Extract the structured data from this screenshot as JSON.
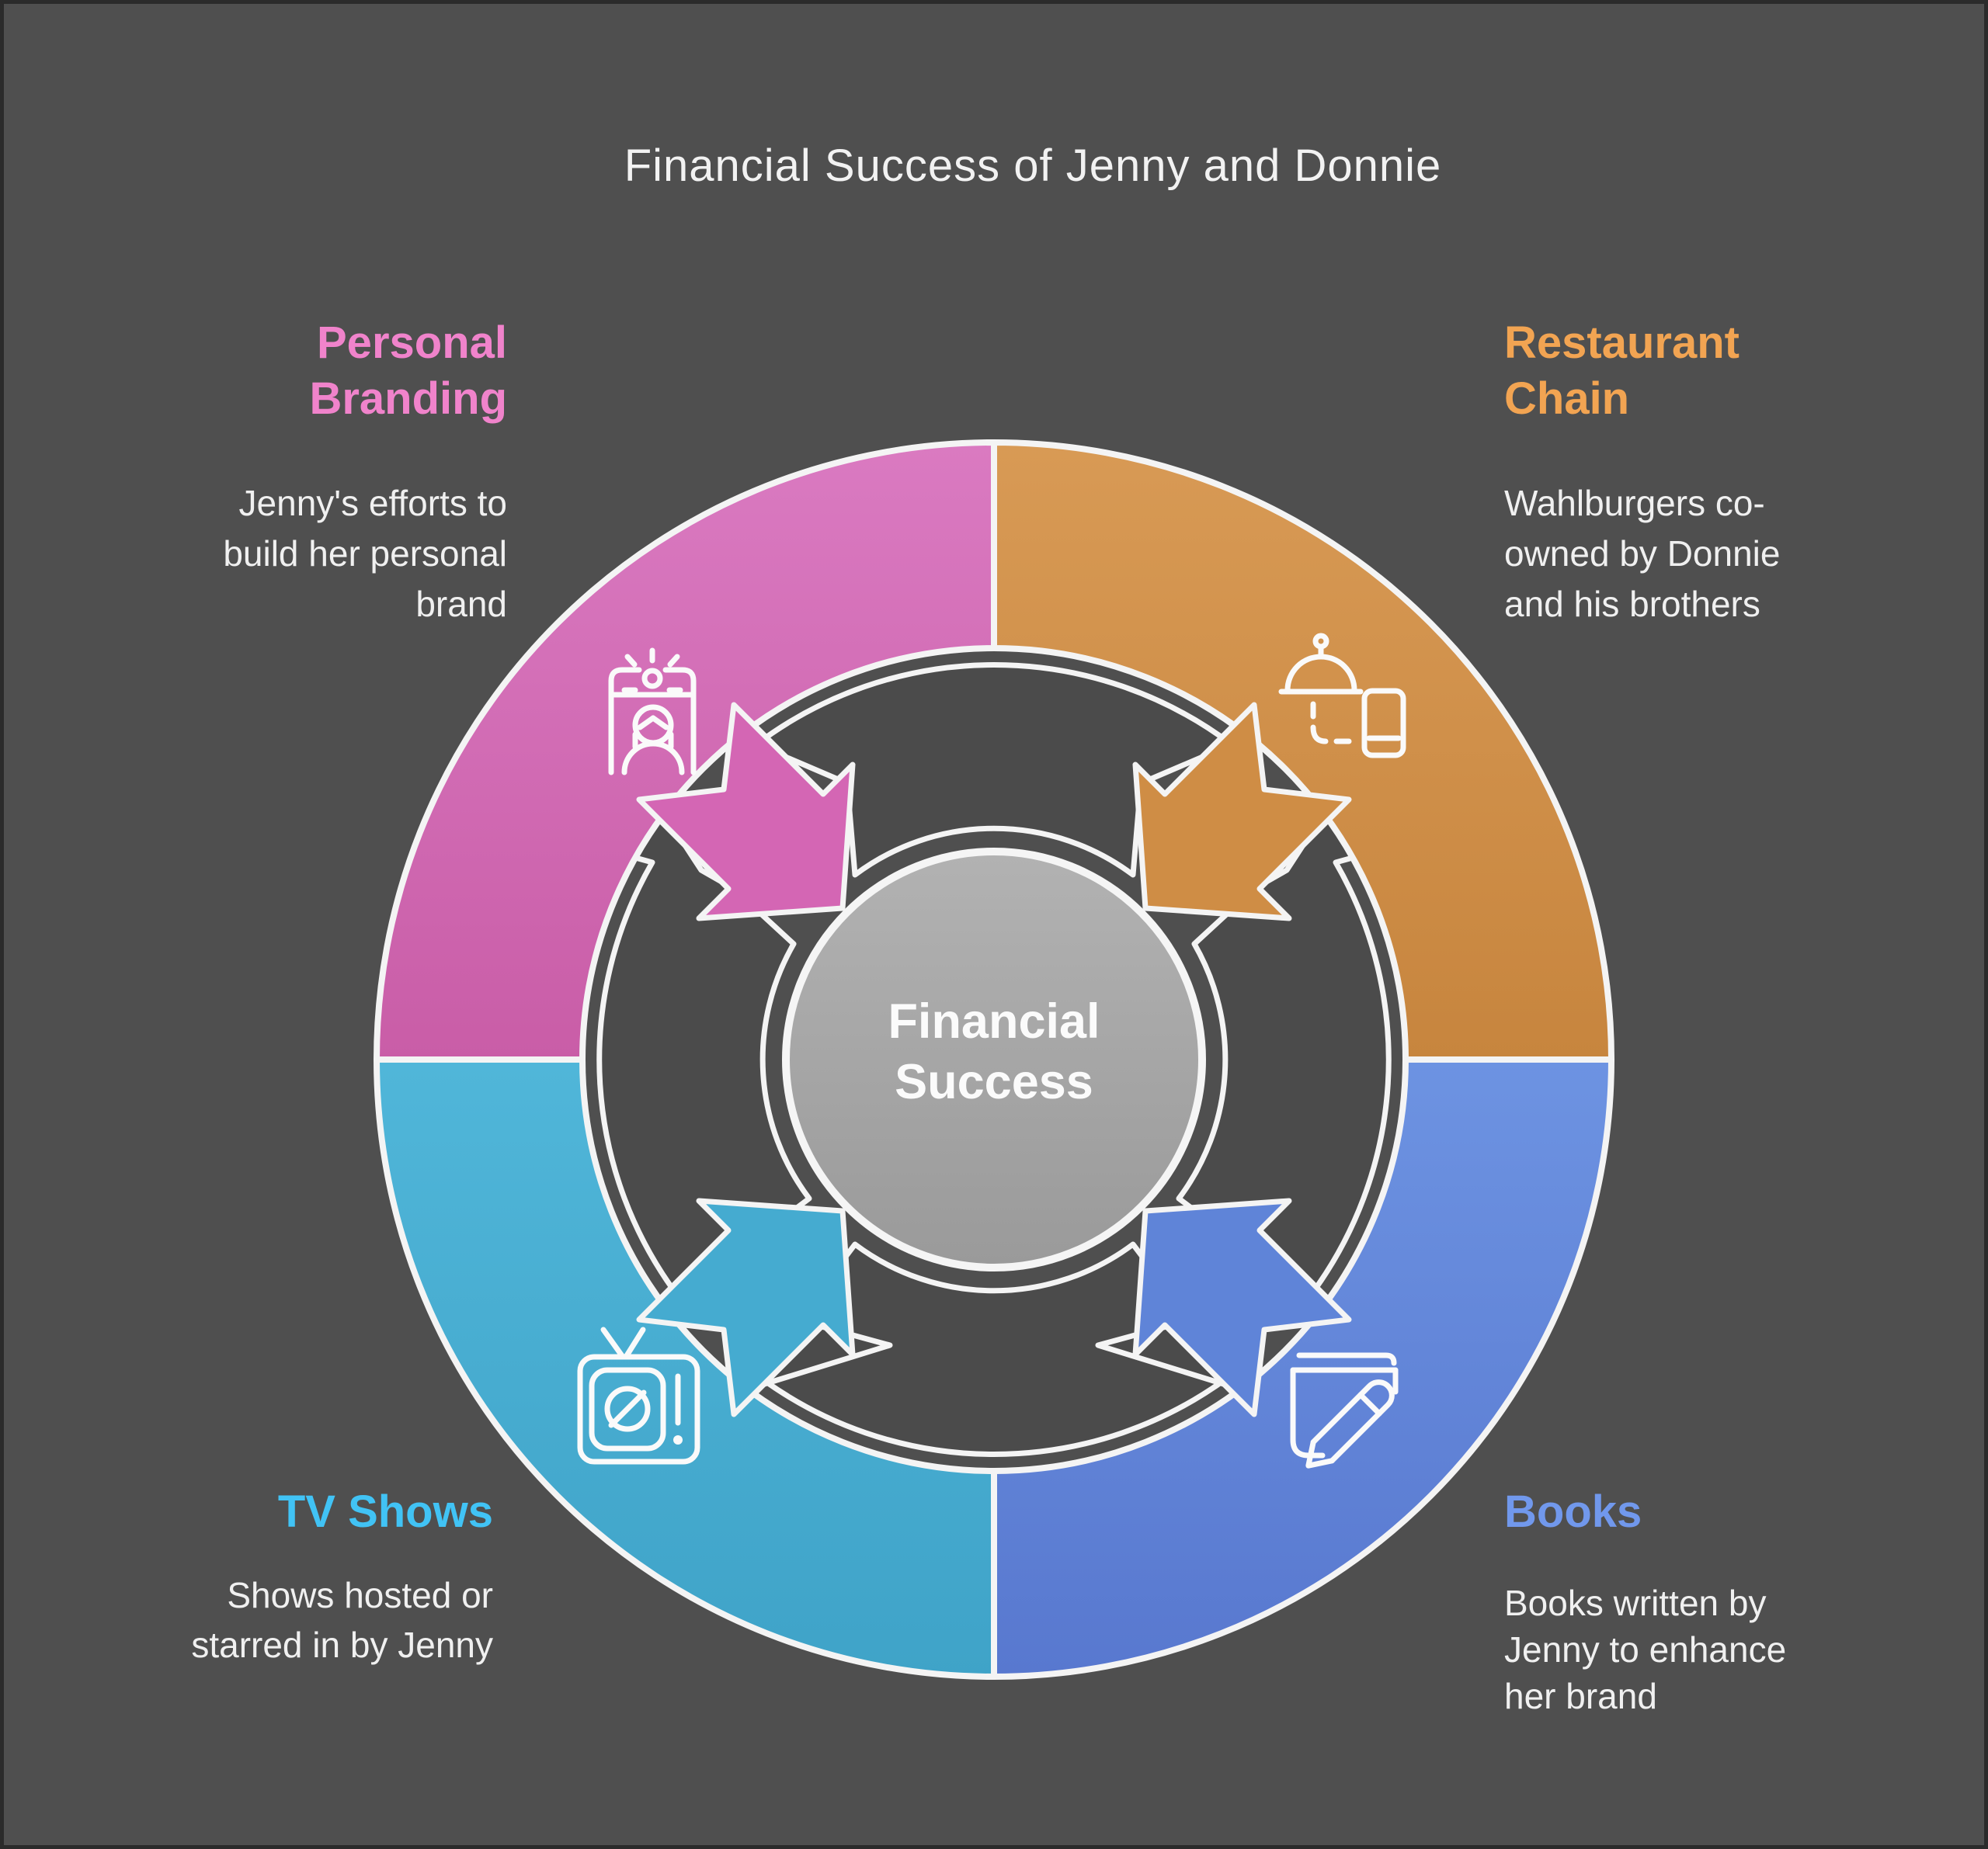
{
  "title": "Financial Success of Jenny and Donnie",
  "center": {
    "label": "Financial Success",
    "lines": [
      "Financial",
      "Success"
    ],
    "fill_top": "#b0b0b0",
    "fill_bottom": "#9c9c9c"
  },
  "sections": [
    {
      "id": "personal-branding",
      "title": "Personal Branding",
      "title_lines": [
        "Personal",
        "Branding"
      ],
      "description": "Jenny's efforts to build her personal brand",
      "desc_lines": [
        "Jenny's efforts to",
        "build her personal",
        "brand"
      ],
      "accent": "#f083cb",
      "segment_top": "#da7ac1",
      "segment_bottom": "#c95da7",
      "arrow_fill": "#d466b4",
      "icon": "woman-id-badge-icon",
      "position": "top-left"
    },
    {
      "id": "restaurant-chain",
      "title": "Restaurant Chain",
      "title_lines": [
        "Restaurant",
        "Chain"
      ],
      "description": "Wahlburgers co-owned by Donnie and his brothers",
      "desc_lines": [
        "Wahlburgers co-",
        "owned by Donnie",
        "and his brothers"
      ],
      "accent": "#f2a452",
      "segment_top": "#d89a55",
      "segment_bottom": "#c7853e",
      "arrow_fill": "#cf8d45",
      "icon": "food-delivery-icon",
      "position": "top-right"
    },
    {
      "id": "tv-shows",
      "title": "TV Shows",
      "title_lines": [
        "TV Shows"
      ],
      "description": "Shows hosted or starred in by Jenny",
      "desc_lines": [
        "Shows hosted or",
        "starred in by Jenny"
      ],
      "accent": "#41c3f5",
      "segment_top": "#50b6d9",
      "segment_bottom": "#3fa3c8",
      "arrow_fill": "#45abd0",
      "icon": "tv-icon",
      "position": "bottom-left"
    },
    {
      "id": "books",
      "title": "Books",
      "title_lines": [
        "Books"
      ],
      "description": "Books written by Jenny to enhance her brand",
      "desc_lines": [
        "Books written by",
        "Jenny to enhance",
        "her brand"
      ],
      "accent": "#7198ec",
      "segment_top": "#6d93e2",
      "segment_bottom": "#5878cf",
      "arrow_fill": "#5f84d8",
      "icon": "book-pencil-icon",
      "position": "bottom-right"
    }
  ],
  "colors": {
    "background": "#4f4f4f",
    "frame": "#2b2b2b",
    "outline": "#f4f4f4",
    "cycle_arc": "#4b4b4b",
    "text_primary": "#f0f0f0"
  }
}
